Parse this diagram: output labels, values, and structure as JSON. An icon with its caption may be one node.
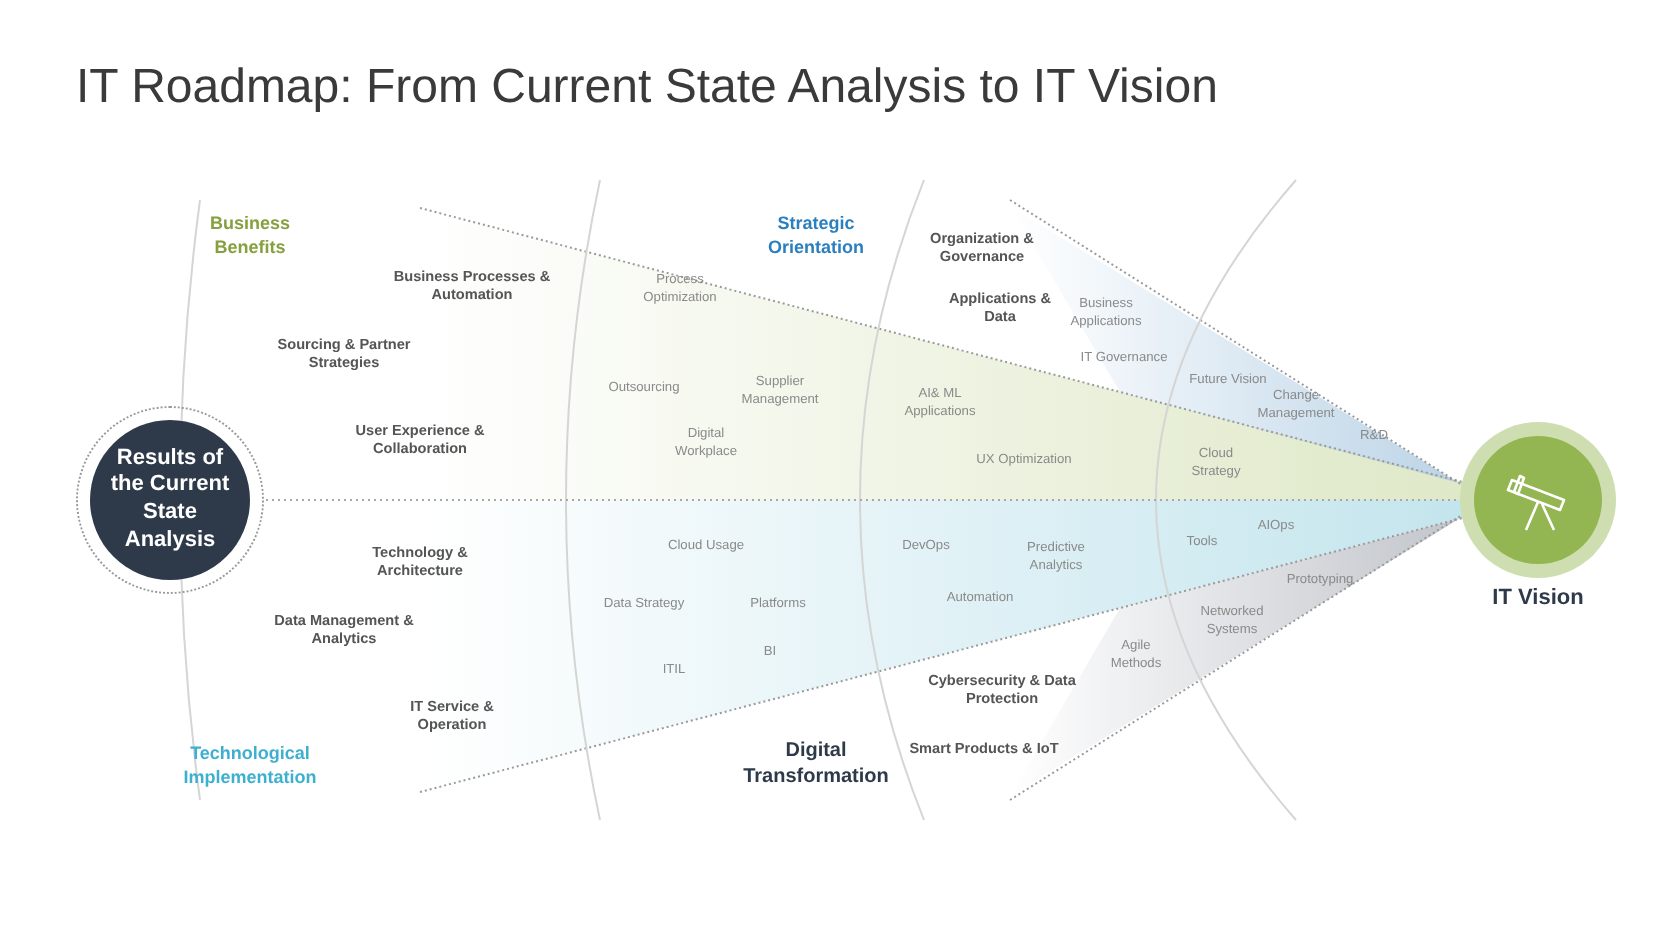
{
  "diagram": {
    "title": "IT Roadmap: From Current State Analysis to IT Vision",
    "nodes": [
      {
        "text": [
          "Results of the Current State Analysis"
        ]
      },
      {
        "text": [
          "IT Vision"
        ]
      }
    ],
    "edges": [
      {
        "from": 0,
        "to": 1,
        "arrow": "none",
        "style": "dashed"
      }
    ],
    "labels": [
      "Business Benefits",
      "Business Processes & Automation",
      "Sourcing & Partner Strategies",
      "User Experience & Collaboration",
      "Technology & Architecture",
      "Data Management & Analytics",
      "IT Service & Operation",
      "Technological Implementation",
      "Strategic Orientation",
      "Process Optimization",
      "Outsourcing",
      "Supplier Management",
      "Digital Workplace",
      "Cloud Usage",
      "Data Strategy",
      "Platforms",
      "BI",
      "ITIL",
      "Digital Transformation",
      "Organization & Governance",
      "Applications & Data",
      "Business Applications",
      "IT Governance",
      "AI& ML Applications",
      "UX Optimization",
      "DevOps",
      "Predictive Analytics",
      "Automation",
      "Cybersecurity & Data Protection",
      "Smart Products & IoT",
      "Agile Methods",
      "Future Vision",
      "Change Management",
      "R&D",
      "Cloud Strategy",
      "Tools",
      "AIOps",
      "Prototyping",
      "Networked Systems"
    ]
  }
}
